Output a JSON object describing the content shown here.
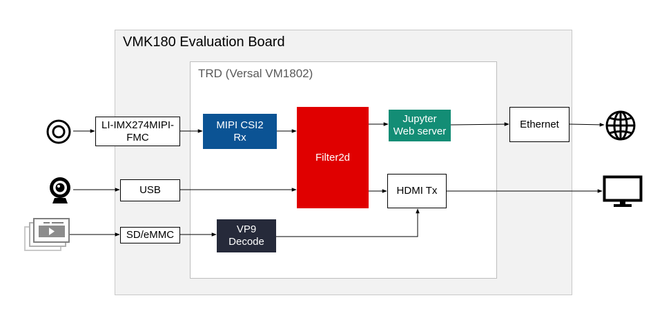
{
  "board": {
    "title": "VMK180 Evaluation Board"
  },
  "trd": {
    "title": "TRD (Versal VM1802)"
  },
  "blocks": {
    "camera_fmc": {
      "lines": [
        "LI-IMX274MIPI-",
        "FMC"
      ]
    },
    "usb": {
      "lines": [
        "USB"
      ]
    },
    "sd_emmc": {
      "lines": [
        "SD/eMMC"
      ]
    },
    "mipi": {
      "lines": [
        "MIPI CSI2",
        "Rx"
      ],
      "color": "#0b5394"
    },
    "filter2d": {
      "lines": [
        "Filter2d"
      ],
      "color": "#e00000"
    },
    "jupyter": {
      "lines": [
        "Jupyter",
        "Web server"
      ],
      "color": "#138d75"
    },
    "hdmi": {
      "lines": [
        "HDMI Tx"
      ]
    },
    "vp9": {
      "lines": [
        "VP9",
        "Decode"
      ],
      "color": "#262a3a"
    },
    "ethernet": {
      "lines": [
        "Ethernet"
      ]
    }
  },
  "icons": {
    "camera_sensor": "camera-lens-icon",
    "usb_camera": "webcam-icon",
    "media_files": "video-files-icon",
    "network": "globe-icon",
    "display": "monitor-icon"
  }
}
